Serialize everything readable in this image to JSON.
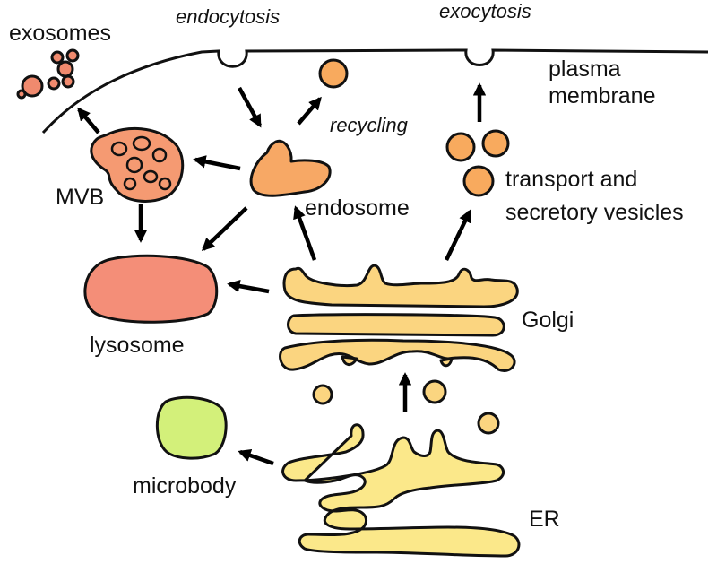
{
  "labels": {
    "endocytosis": "endocytosis",
    "exocytosis": "exocytosis",
    "exosomes": "exosomes",
    "plasma_line1": "plasma",
    "plasma_line2": "membrane",
    "recycling": "recycling",
    "mvb": "MVB",
    "endosome": "endosome",
    "transport_line1": "transport and",
    "transport_line2": "secretory vesicles",
    "lysosome": "lysosome",
    "golgi": "Golgi",
    "microbody": "microbody",
    "er": "ER"
  },
  "colors": {
    "exosome_fill": "#f08a6e",
    "mvb_fill": "#f59a72",
    "endosome_fill": "#f7a865",
    "vesicle_fill": "#f8aa5e",
    "lysosome_fill": "#f48e78",
    "golgi_fill": "#fbd580",
    "microbody_fill": "#d3f07a",
    "er_fill": "#fbe88a"
  }
}
